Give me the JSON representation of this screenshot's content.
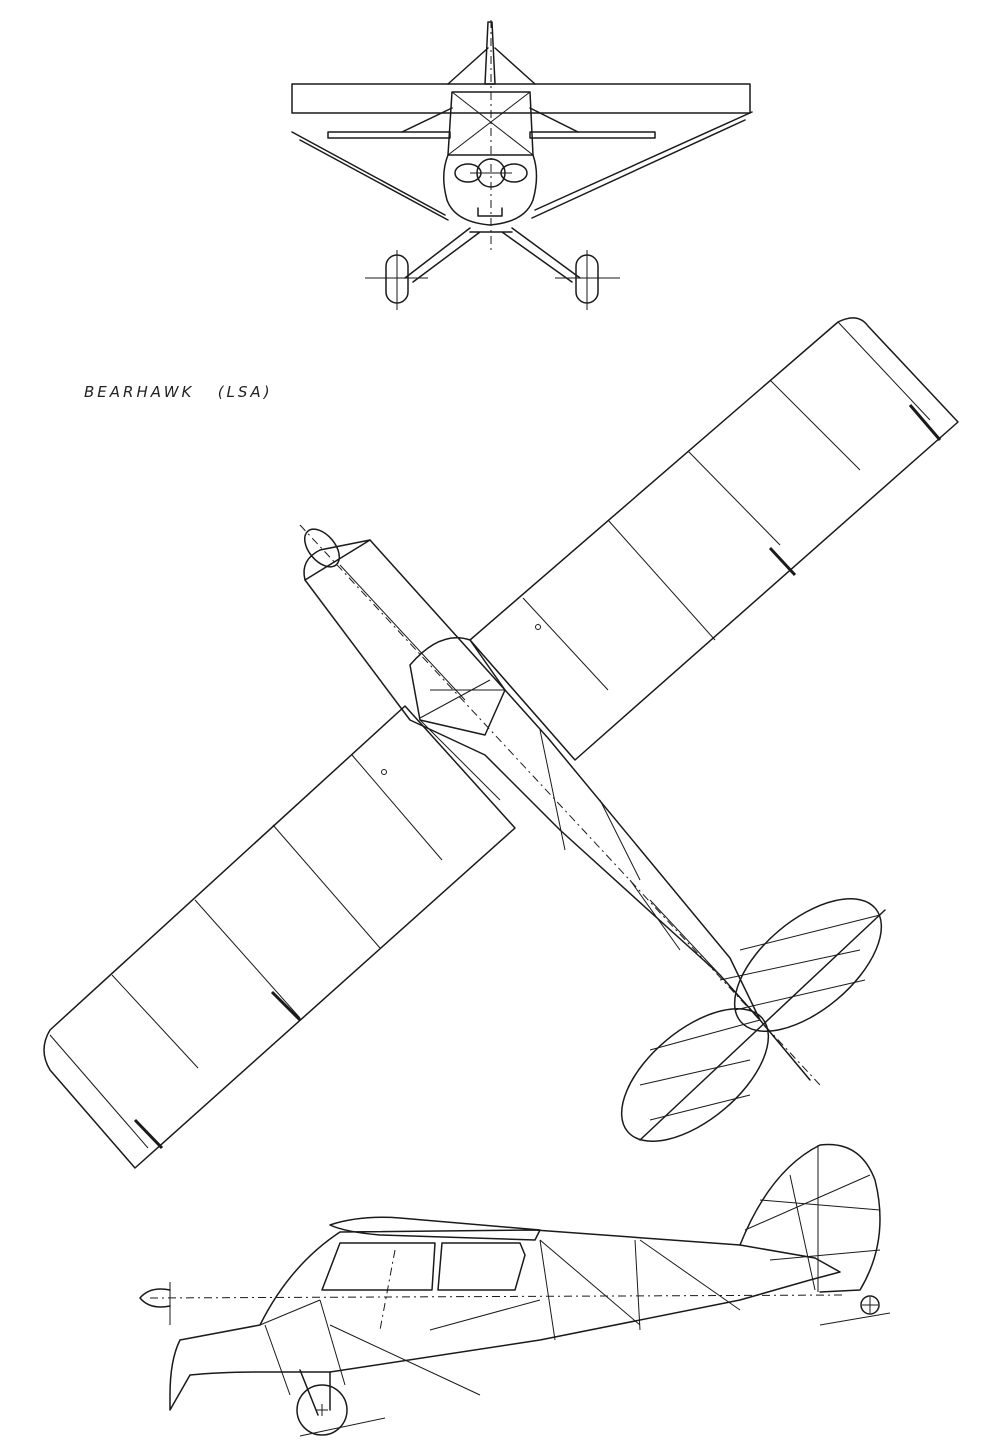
{
  "drawing": {
    "title": "BEARHAWK   (LSA)",
    "views": [
      "front-view",
      "top-view",
      "side-view"
    ]
  }
}
